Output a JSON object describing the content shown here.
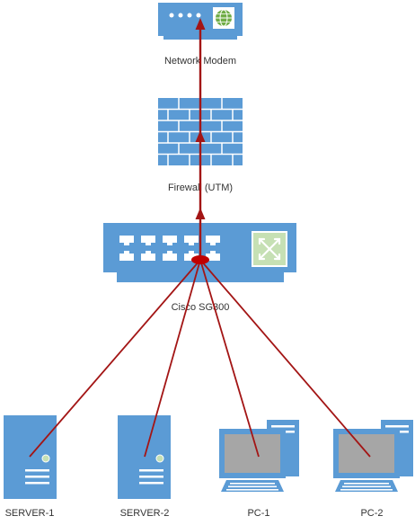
{
  "colors": {
    "device_blue": "#5B9BD5",
    "device_dark": "#2E6DA4",
    "device_white": "#ffffff",
    "screen_grey": "#a6a6a6",
    "link_red": "#a31515",
    "switch_icon_green": "#c6e0b4",
    "globe_green": "#70ad47",
    "label_text": "#333333"
  },
  "nodes": {
    "modem": {
      "label": "Network Modem",
      "icon": "modem-icon"
    },
    "firewall": {
      "label": "Firewall (UTM)",
      "icon": "firewall-brick-icon"
    },
    "switch": {
      "label": "Cisco SG300",
      "icon": "network-switch-icon"
    },
    "server1": {
      "label": "SERVER-1",
      "icon": "server-tower-icon"
    },
    "server2": {
      "label": "SERVER-2",
      "icon": "server-tower-icon"
    },
    "pc1": {
      "label": "PC-1",
      "icon": "desktop-pc-icon"
    },
    "pc2": {
      "label": "PC-2",
      "icon": "desktop-pc-icon"
    }
  },
  "links": [
    {
      "from": "switch",
      "to": "modem",
      "directed": true
    },
    {
      "from": "server1",
      "to": "switch",
      "directed": false
    },
    {
      "from": "server2",
      "to": "switch",
      "directed": false
    },
    {
      "from": "pc1",
      "to": "switch",
      "directed": false
    },
    {
      "from": "pc2",
      "to": "switch",
      "directed": false
    }
  ]
}
